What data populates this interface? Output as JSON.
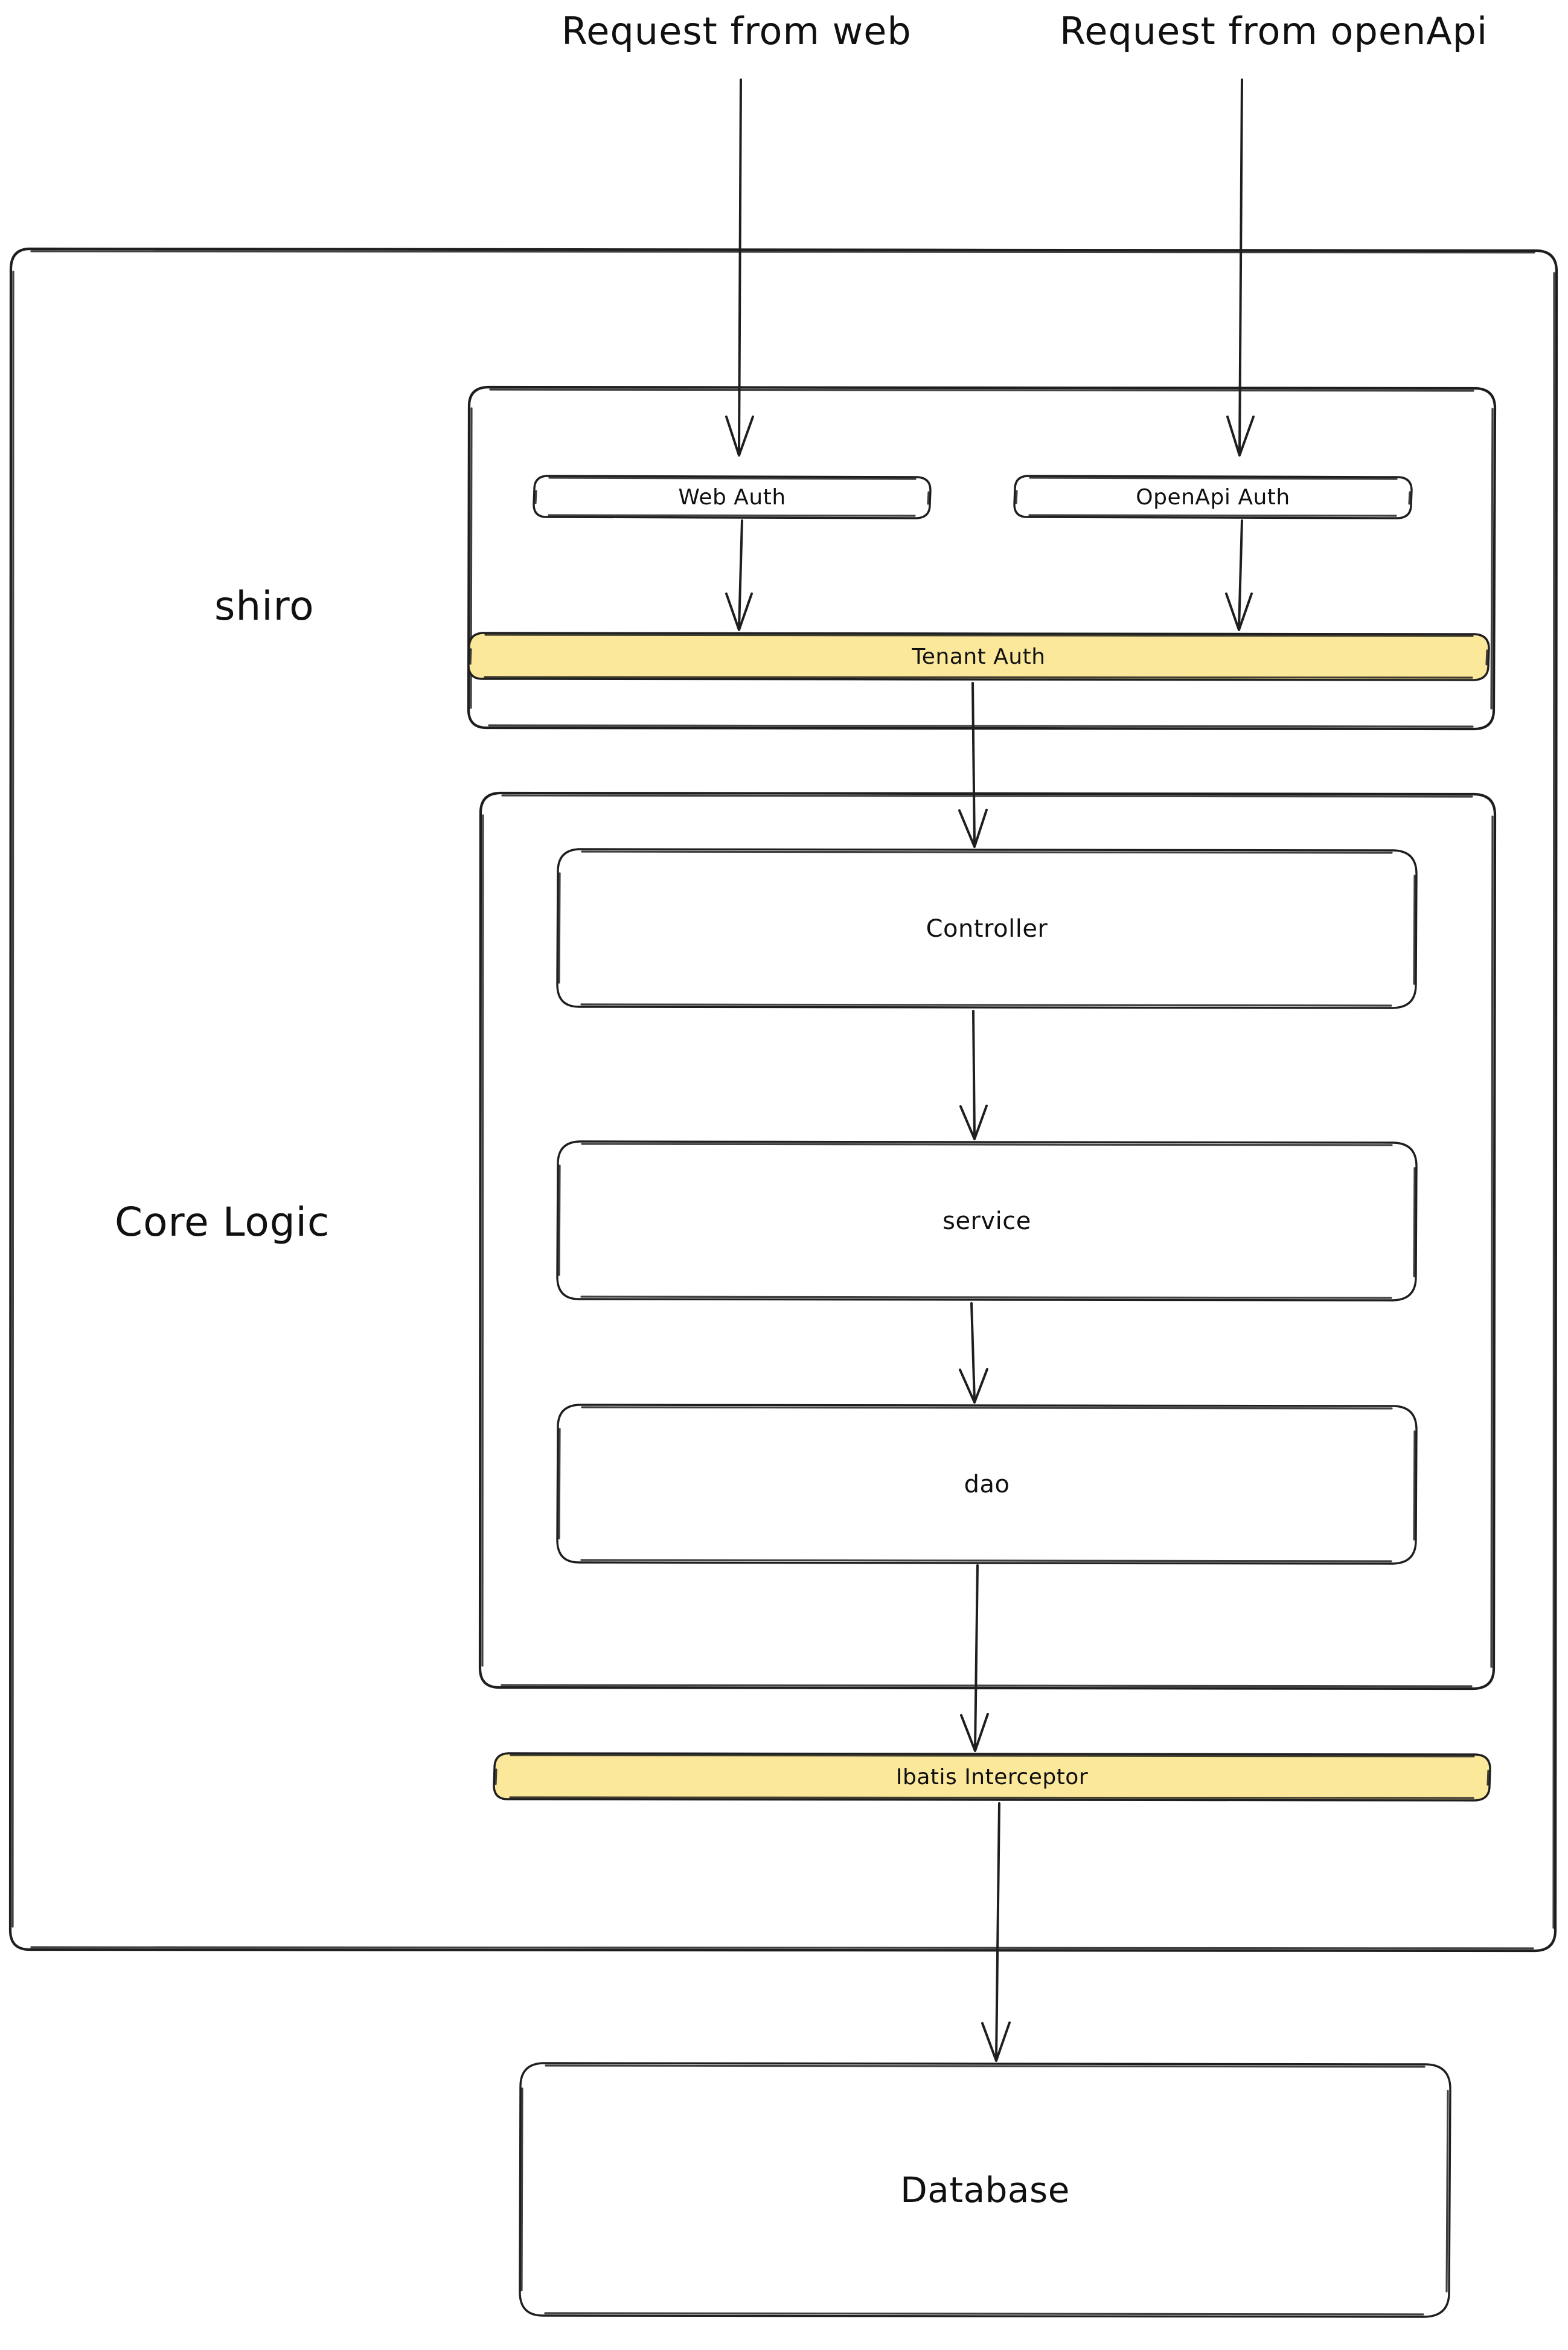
{
  "diagram": {
    "title_present": false,
    "style": "hand-drawn excalidraw sketch",
    "background": "#ffffff",
    "stroke_color": "#1e1e1e",
    "highlight_fill": "#fbe89b",
    "node_fill": "#ffffff"
  },
  "entry_labels": [
    {
      "id": "req-web",
      "text": "Request from web"
    },
    {
      "id": "req-openapi",
      "text": "Request from openApi"
    }
  ],
  "groups": [
    {
      "id": "app-container",
      "label": ""
    },
    {
      "id": "shiro",
      "label": "shiro"
    },
    {
      "id": "core-logic",
      "label": "Core Logic"
    }
  ],
  "nodes": [
    {
      "id": "web-auth",
      "label": "Web Auth",
      "fill": "#ffffff"
    },
    {
      "id": "openapi-auth",
      "label": "OpenApi Auth",
      "fill": "#ffffff"
    },
    {
      "id": "tenant-auth",
      "label": "Tenant Auth",
      "fill": "#fbe89b"
    },
    {
      "id": "controller",
      "label": "Controller",
      "fill": "#ffffff"
    },
    {
      "id": "service",
      "label": "service",
      "fill": "#ffffff"
    },
    {
      "id": "dao",
      "label": "dao",
      "fill": "#ffffff"
    },
    {
      "id": "ibatis-interceptor",
      "label": "Ibatis Interceptor",
      "fill": "#fbe89b"
    },
    {
      "id": "database",
      "label": "Database",
      "fill": "#ffffff"
    }
  ],
  "edges": [
    {
      "from": "req-web",
      "to": "web-auth"
    },
    {
      "from": "req-openapi",
      "to": "openapi-auth"
    },
    {
      "from": "web-auth",
      "to": "tenant-auth"
    },
    {
      "from": "openapi-auth",
      "to": "tenant-auth"
    },
    {
      "from": "tenant-auth",
      "to": "controller"
    },
    {
      "from": "controller",
      "to": "service"
    },
    {
      "from": "service",
      "to": "dao"
    },
    {
      "from": "dao",
      "to": "ibatis-interceptor"
    },
    {
      "from": "ibatis-interceptor",
      "to": "database"
    }
  ]
}
